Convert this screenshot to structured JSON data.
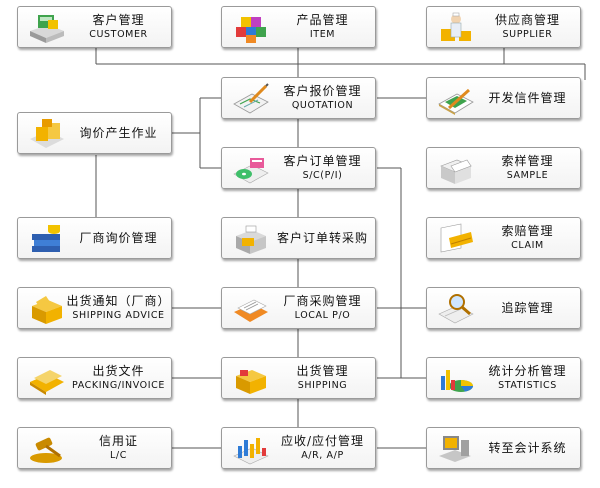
{
  "nodes": {
    "customer": {
      "zh": "客户管理",
      "en": "CUSTOMER"
    },
    "item": {
      "zh": "产品管理",
      "en": "ITEM"
    },
    "supplier": {
      "zh": "供应商管理",
      "en": "SUPPLIER"
    },
    "quotation": {
      "zh": "客户报价管理",
      "en": "QUOTATION"
    },
    "develop": {
      "zh": "开发信件管理",
      "en": ""
    },
    "inquiry": {
      "zh": "询价产生作业",
      "en": ""
    },
    "sc": {
      "zh": "客户订单管理",
      "en": "S/C(P/I)"
    },
    "sample": {
      "zh": "索样管理",
      "en": "SAMPLE"
    },
    "vendor_inq": {
      "zh": "厂商询价管理",
      "en": ""
    },
    "so_to_po": {
      "zh": "客户订单转采购",
      "en": ""
    },
    "claim": {
      "zh": "索赔管理",
      "en": "CLAIM"
    },
    "ship_adv": {
      "zh": "出货通知（厂商）",
      "en": "SHIPPING ADVICE"
    },
    "local_po": {
      "zh": "厂商采购管理",
      "en": "LOCAL P/O"
    },
    "tracking": {
      "zh": "追踪管理",
      "en": ""
    },
    "packing": {
      "zh": "出货文件",
      "en": "PACKING/INVOICE"
    },
    "shipping": {
      "zh": "出货管理",
      "en": "SHIPPING"
    },
    "stats": {
      "zh": "统计分析管理",
      "en": "STATISTICS"
    },
    "lc": {
      "zh": "信用证",
      "en": "L/C"
    },
    "arap": {
      "zh": "应收/应付管理",
      "en": "A/R, A/P"
    },
    "accounting": {
      "zh": "转至会计系统",
      "en": ""
    }
  }
}
